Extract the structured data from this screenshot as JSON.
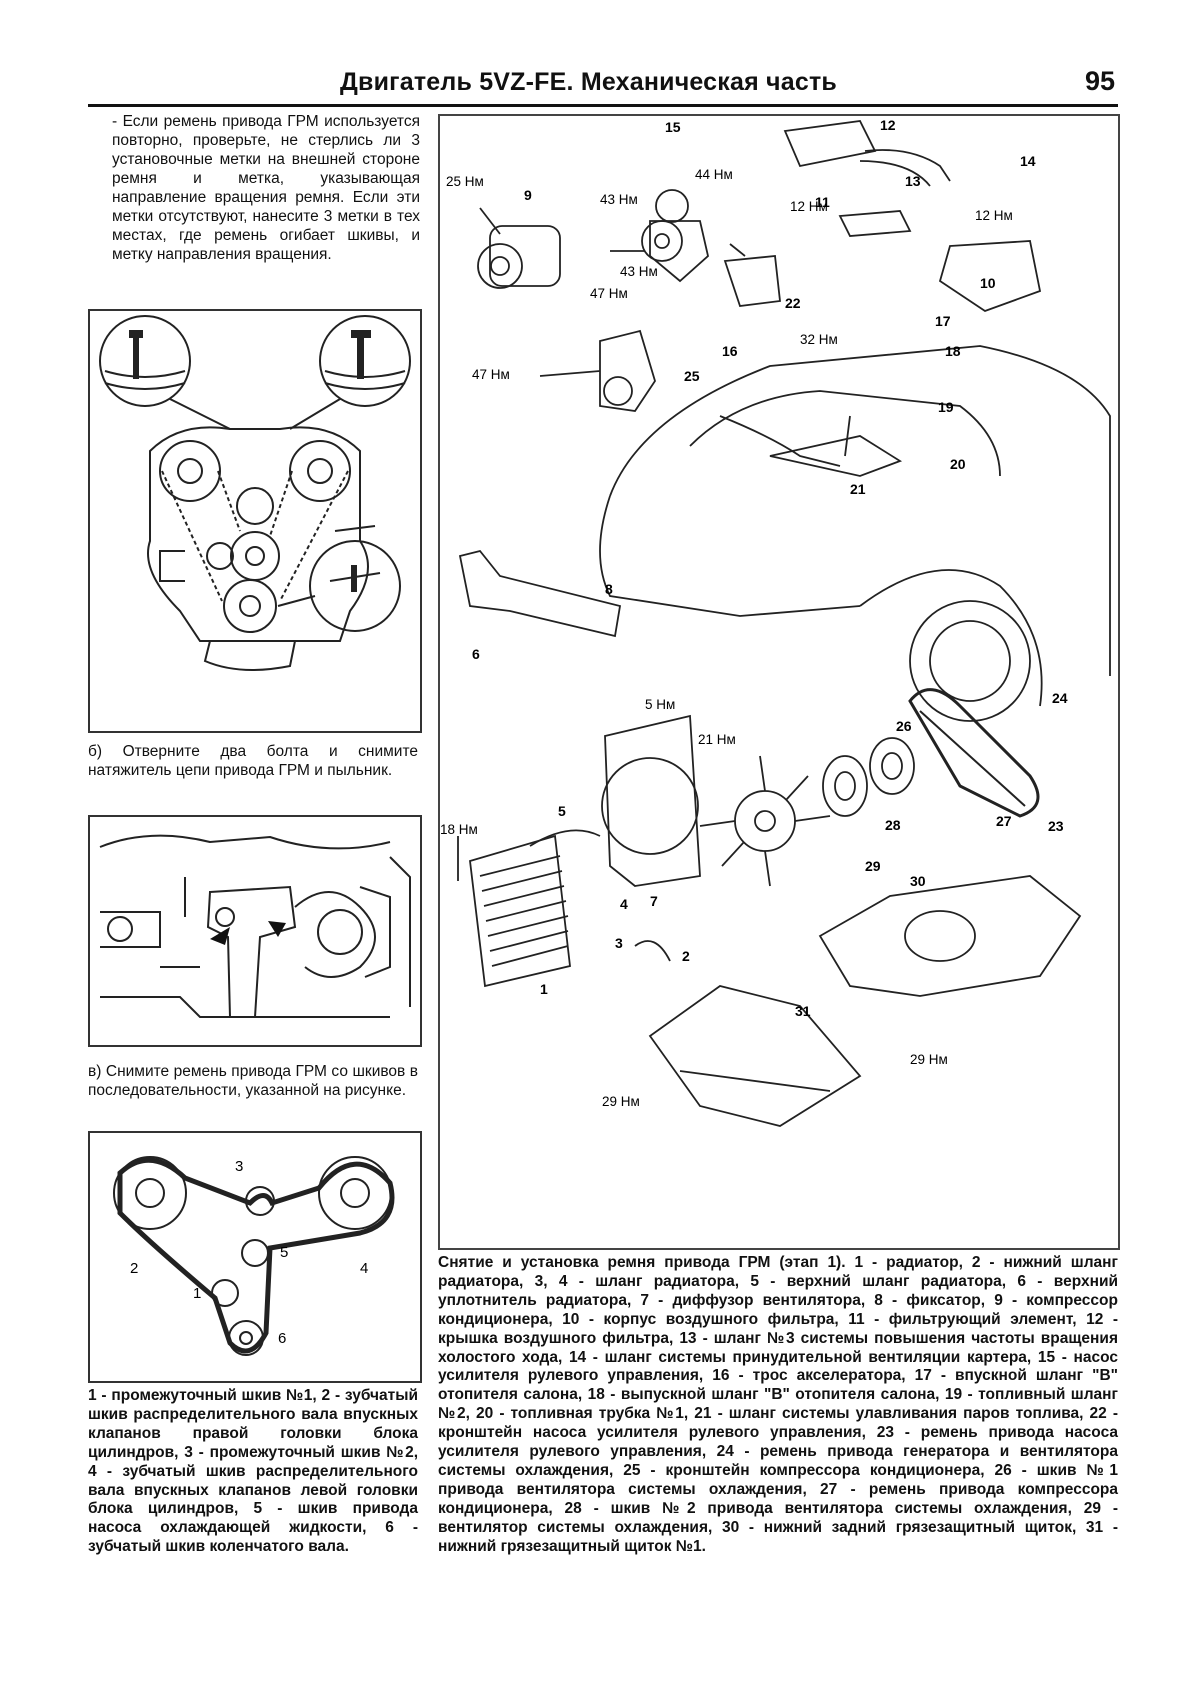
{
  "header": {
    "title": "Двигатель 5VZ-FE. Механическая часть",
    "page_number": "95"
  },
  "left": {
    "paragraph_a": "- Если ремень привода ГРМ используется повторно, проверьте, не стерлись ли 3 установочные метки на внешней стороне ремня и метка, указывающая направление вращения ремня. Если эти метки отсутствуют, нанесите 3 метки в тех местах, где ремень огибает шкивы, и метку направления вращения.",
    "step_b": "б) Отверните два болта и снимите натяжитель цепи привода ГРМ и пыльник.",
    "step_c": "в) Снимите ремень привода ГРМ со шкивов в последовательности, указанной на рисунке.",
    "pulley_labels": [
      "1",
      "2",
      "3",
      "4",
      "5",
      "6"
    ],
    "legend": "1 - промежуточный шкив №1, 2 - зубчатый шкив распределительного вала впускных клапанов правой головки блока цилиндров, 3 - промежуточный шкив №2, 4 - зубчатый шкив распределительного вала впускных клапанов левой головки блока цилиндров, 5 - шкив привода насоса охлаждающей жидкости, 6 - зубчатый шкив коленчатого вала."
  },
  "diagram": {
    "torque": {
      "t25": "25 Нм",
      "t43a": "43 Нм",
      "t44": "44 Нм",
      "t43b": "43 Нм",
      "t12a": "12 Нм",
      "t12b": "12 Нм",
      "t47a": "47 Нм",
      "t47b": "47 Нм",
      "t32": "32 Нм",
      "t5": "5 Нм",
      "t21": "21 Нм",
      "t18": "18 Нм",
      "t29a": "29 Нм",
      "t29b": "29 Нм"
    },
    "parts": {
      "p1": "1",
      "p2": "2",
      "p3": "3",
      "p4": "4",
      "p5": "5",
      "p6": "6",
      "p7": "7",
      "p8": "8",
      "p9": "9",
      "p10": "10",
      "p11": "11",
      "p12": "12",
      "p13": "13",
      "p14": "14",
      "p15": "15",
      "p16": "16",
      "p17": "17",
      "p18": "18",
      "p19": "19",
      "p20": "20",
      "p21": "21",
      "p22": "22",
      "p23": "23",
      "p24": "24",
      "p25": "25",
      "p26": "26",
      "p27": "27",
      "p28": "28",
      "p29": "29",
      "p30": "30",
      "p31": "31"
    }
  },
  "caption": "Снятие и установка ремня привода ГРМ (этап 1). 1 - радиатор, 2 - нижний шланг радиатора, 3, 4 - шланг радиатора, 5 - верхний шланг радиатора, 6 - верхний уплотнитель радиатора, 7 - диффузор вентилятора, 8 - фиксатор, 9 - компрессор кондиционера, 10 - корпус воздушного фильтра, 11 - фильтрующий элемент, 12 - крышка воздушного фильтра, 13 - шланг №3 системы повышения частоты вращения холостого хода, 14 - шланг системы принудительной вентиляции картера, 15 - насос усилителя рулевого управления, 16 - трос акселератора, 17 - впускной шланг \"B\" отопителя салона, 18 - выпускной шланг \"B\" отопителя салона, 19 - топливный шланг №2, 20 - топливная трубка №1, 21 - шланг системы улавливания паров топлива, 22 - кронштейн насоса усилителя рулевого управления, 23 - ремень привода насоса усилителя рулевого управления, 24 - ремень привода генератора и вентилятора системы охлаждения, 25 - кронштейн компрессора кондиционера, 26 - шкив №1 привода вентилятора системы охлаждения, 27 - ремень привода компрессора кондиционера, 28 - шкив №2 привода вентилятора системы охлаждения, 29 - вентилятор системы охлаждения, 30 - нижний задний грязезащитный щиток, 31 - нижний грязезащитный щиток №1."
}
